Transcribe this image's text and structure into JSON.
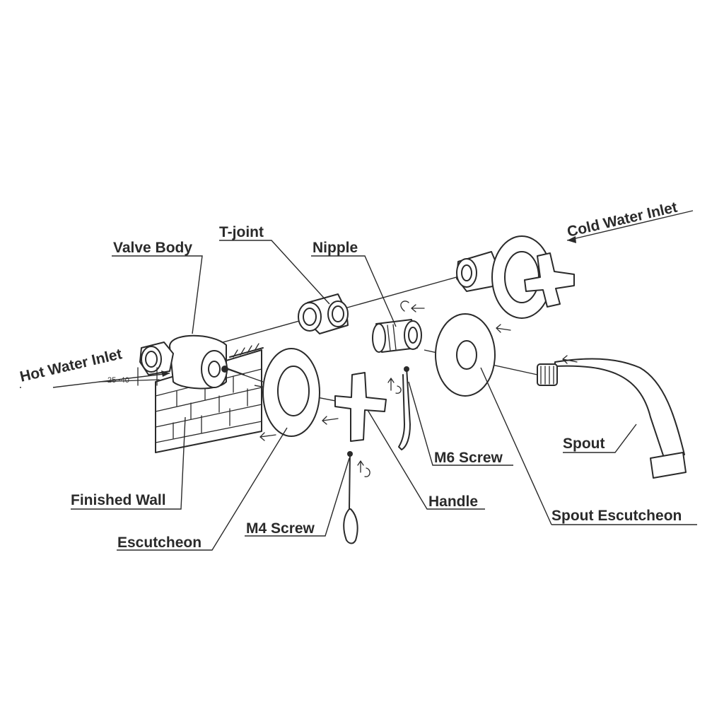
{
  "diagram": {
    "labels": {
      "valve_body": "Valve Body",
      "t_joint": "T-joint",
      "nipple": "Nipple",
      "cold_water_inlet": "Cold Water Inlet",
      "hot_water_inlet": "Hot Water Inlet",
      "dimension": "25~40",
      "finished_wall": "Finished Wall",
      "escutcheon": "Escutcheon",
      "m4_screw": "M4 Screw",
      "handle": "Handle",
      "m6_screw": "M6 Screw",
      "spout": "Spout",
      "spout_escutcheon": "Spout Escutcheon"
    },
    "colors": {
      "ink": "#2a2a2a",
      "background": "#ffffff"
    }
  }
}
